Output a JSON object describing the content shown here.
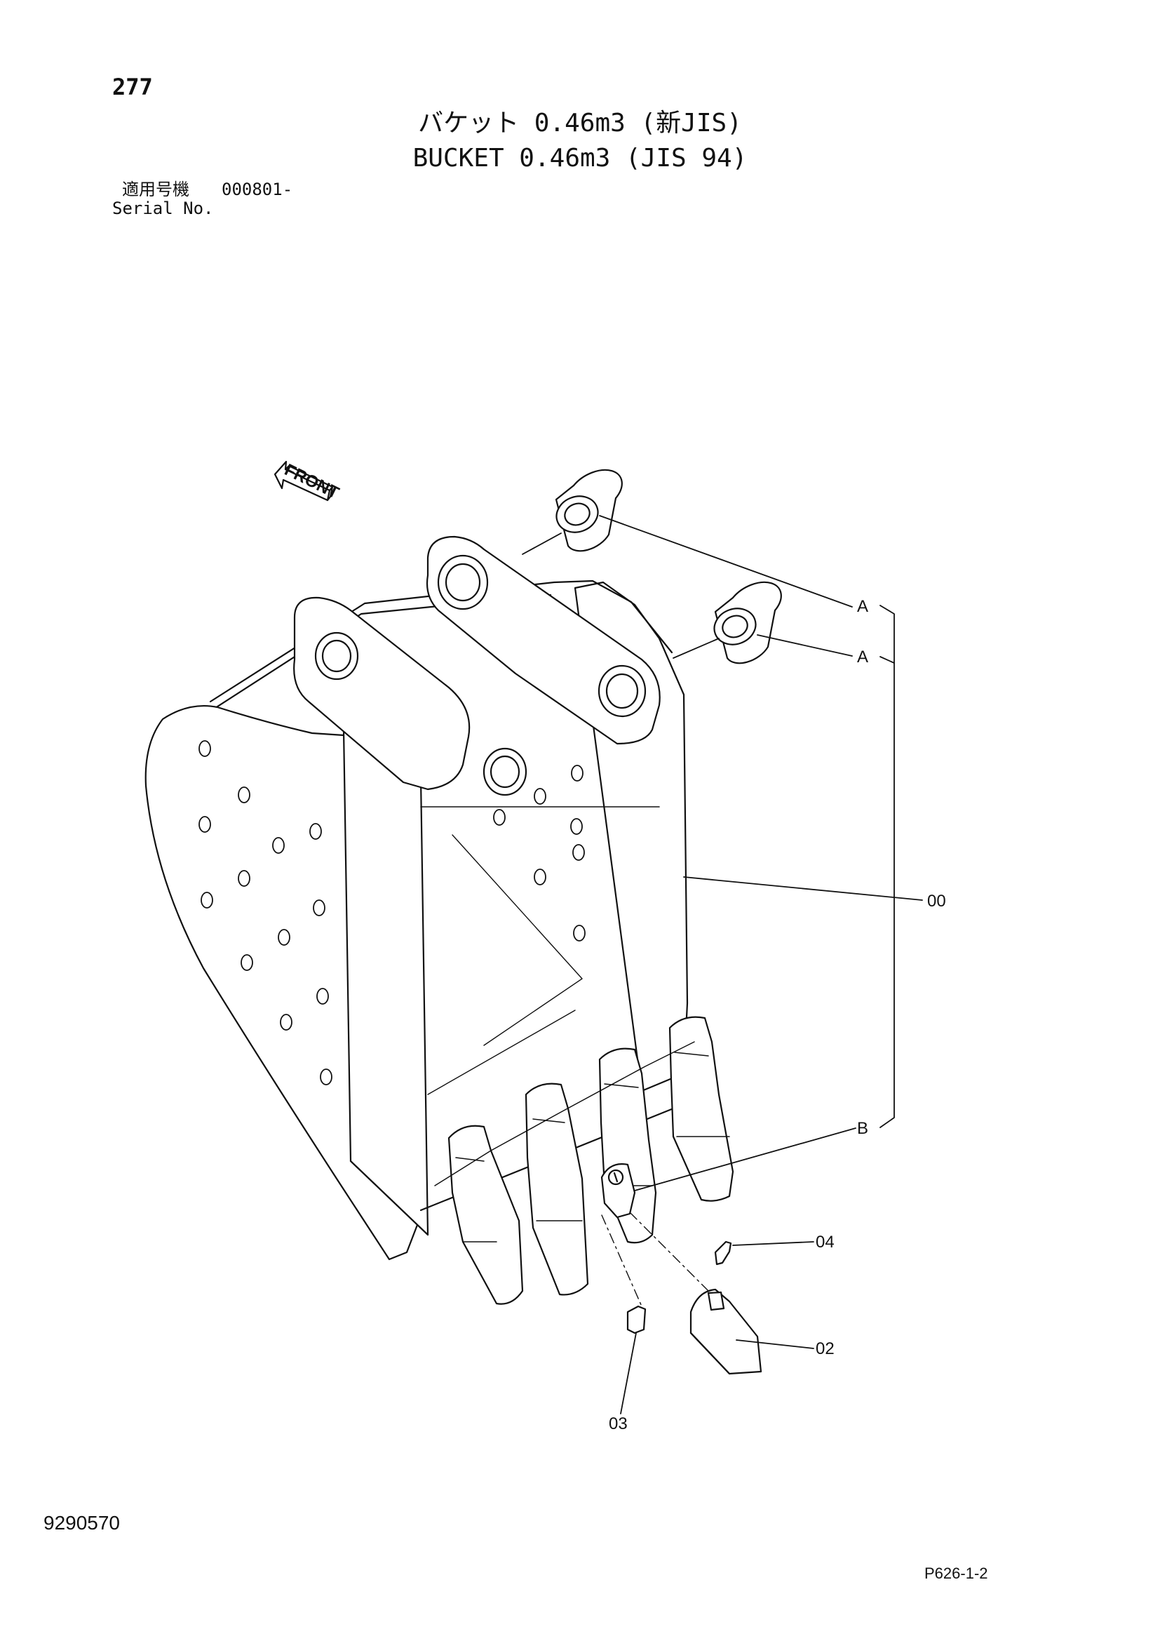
{
  "header": {
    "page_number": "277",
    "title_ja": "バケット 0.46m3 (新JIS)",
    "title_en": "BUCKET 0.46m3 (JIS 94)",
    "serial_label_ja": "適用号機",
    "serial_range": "000801-",
    "serial_label_en": "Serial No."
  },
  "diagram": {
    "front_marker": "FRONT",
    "callouts": {
      "a_upper": "A",
      "a_lower": "A",
      "b": "B",
      "c00": "00",
      "c04": "04",
      "c02": "02",
      "c03": "03"
    }
  },
  "footer": {
    "doc_number": "9290570",
    "page_code": "P626-1-2"
  }
}
